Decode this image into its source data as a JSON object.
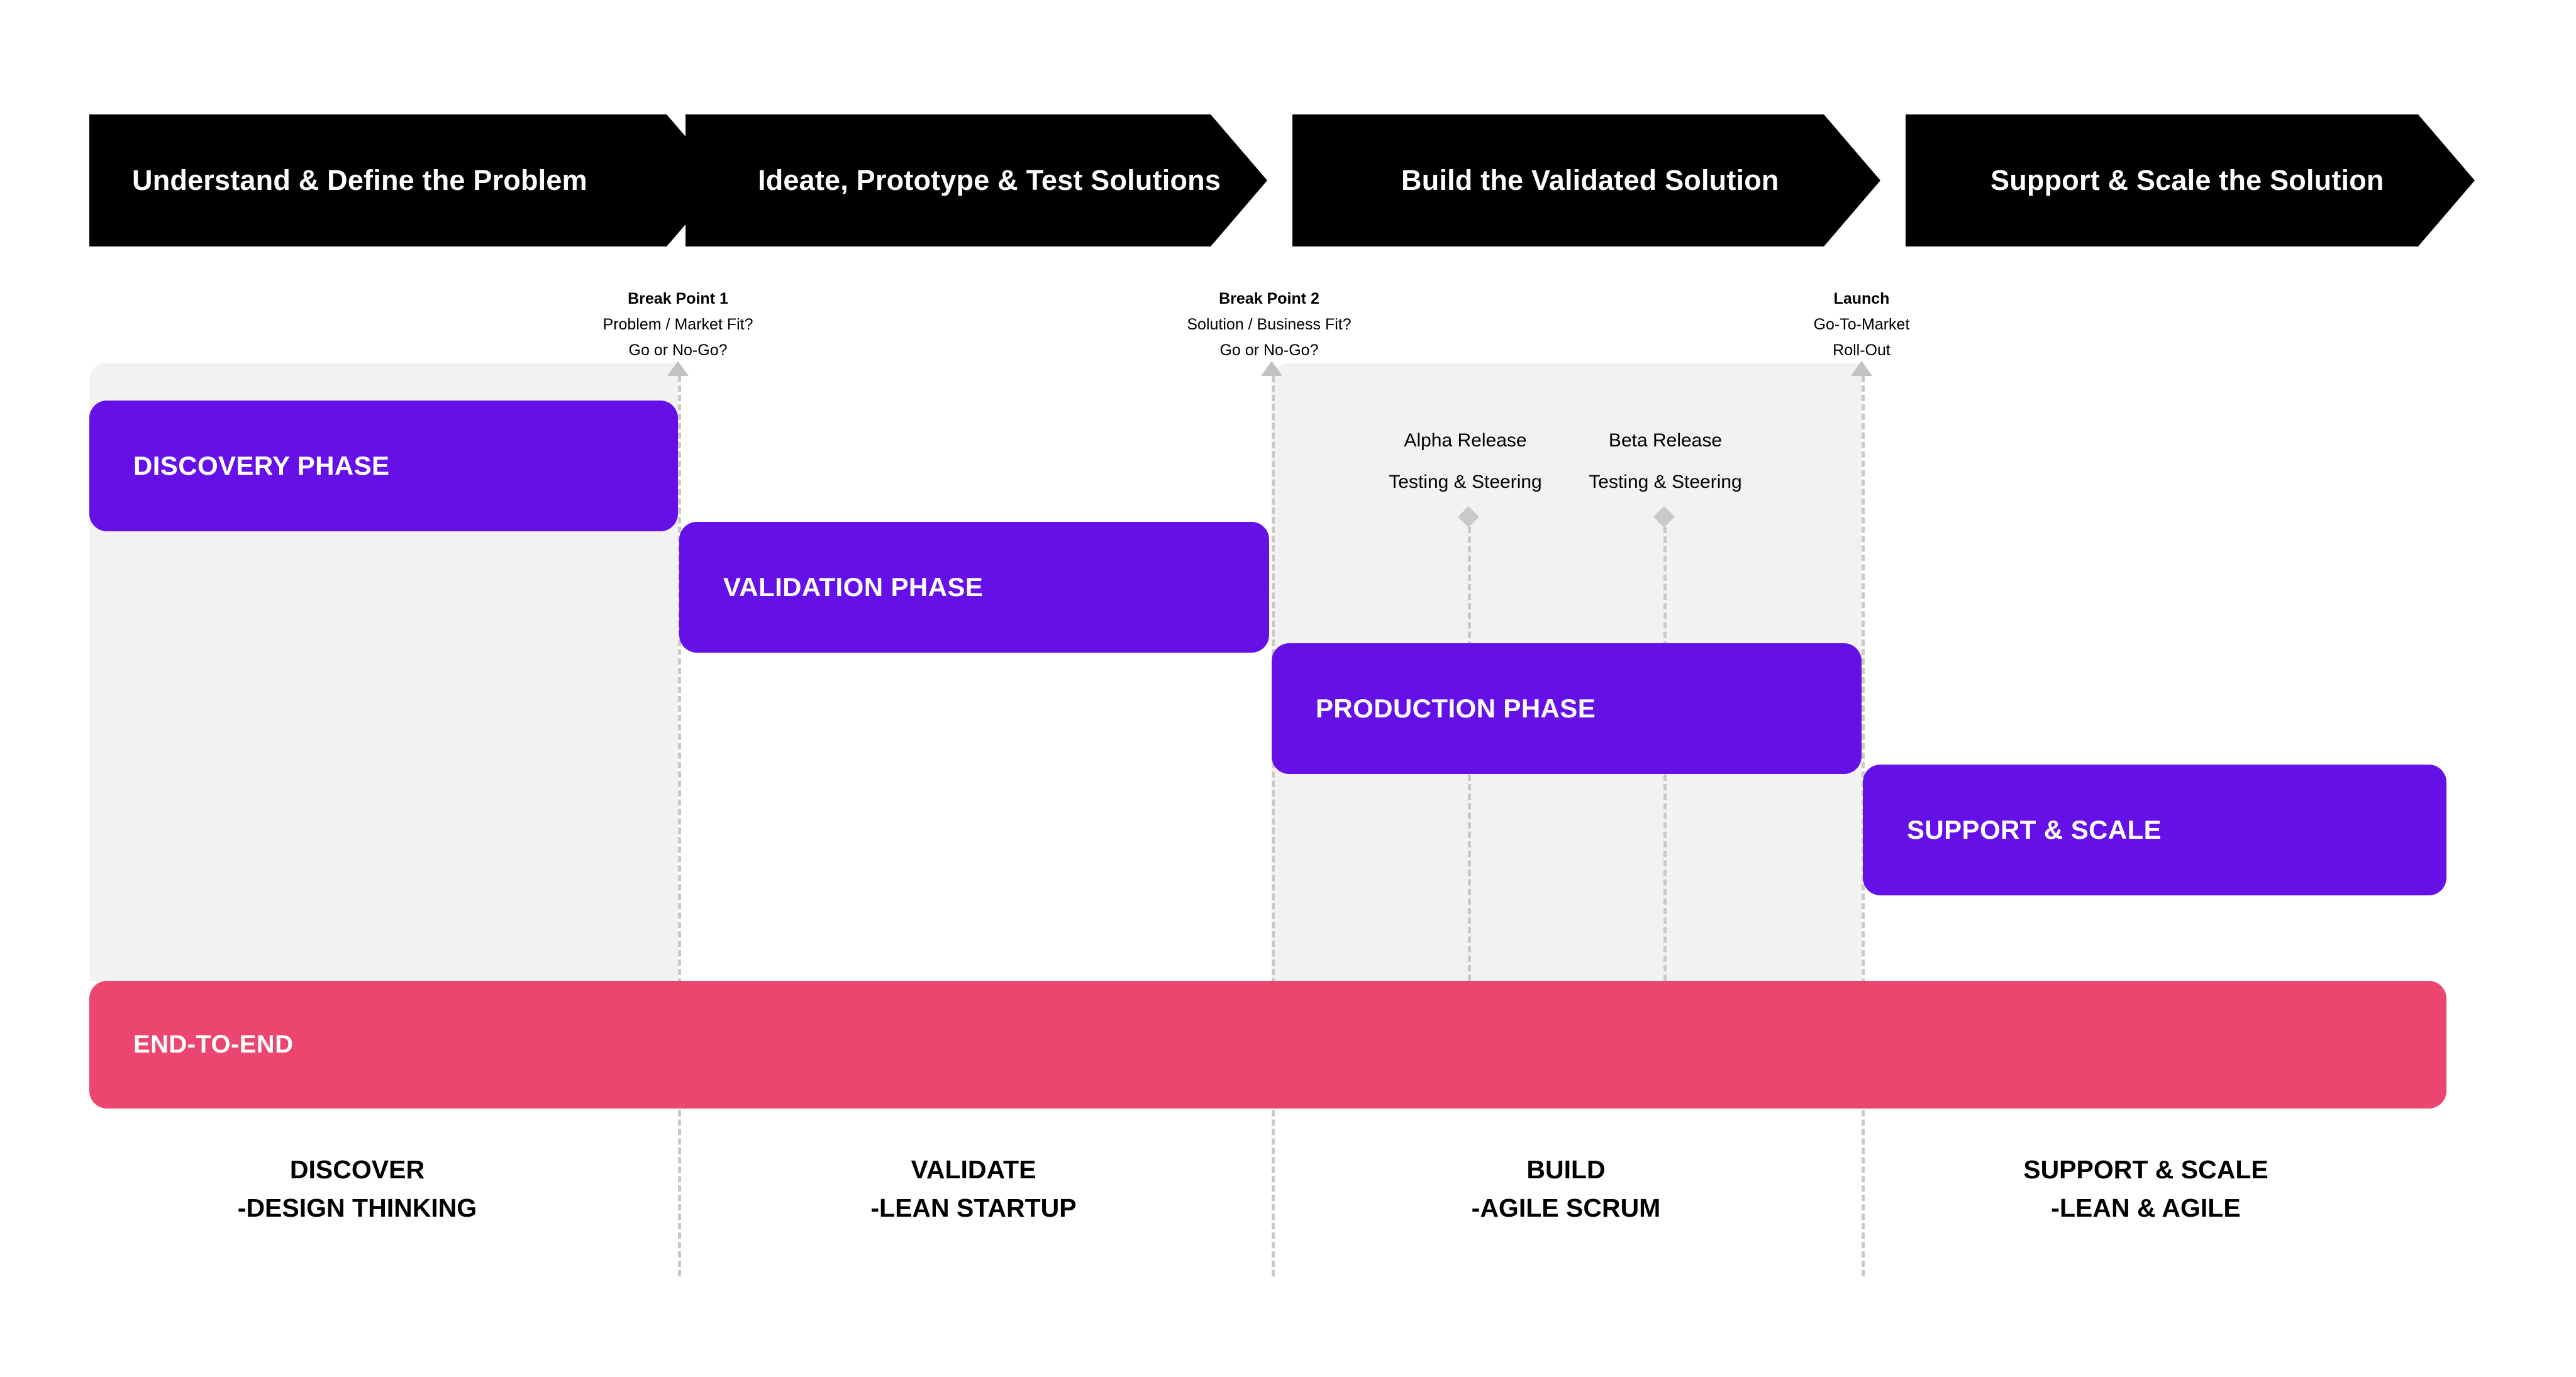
{
  "banner": {
    "segments": [
      {
        "label": "Understand & Define the Problem"
      },
      {
        "label": "Ideate, Prototype & Test Solutions"
      },
      {
        "label": "Build the Validated Solution"
      },
      {
        "label": "Support & Scale the Solution"
      }
    ]
  },
  "milestones": [
    {
      "name": "break-point-1",
      "title": "Break Point 1",
      "sub1": "Problem / Market Fit?",
      "sub2": "Go or No-Go?"
    },
    {
      "name": "break-point-2",
      "title": "Break Point 2",
      "sub1": "Solution / Business Fit?",
      "sub2": "Go or No-Go?"
    },
    {
      "name": "launch",
      "title": "Launch",
      "sub1": "Go-To-Market",
      "sub2": "Roll-Out"
    }
  ],
  "releases": [
    {
      "name": "alpha-release",
      "line1": "Alpha Release",
      "line2": "Testing & Steering"
    },
    {
      "name": "beta-release",
      "line1": "Beta Release",
      "line2": "Testing & Steering"
    }
  ],
  "phases": [
    {
      "name": "discovery-phase",
      "label": "DISCOVERY PHASE",
      "color": "#6610e8"
    },
    {
      "name": "validation-phase",
      "label": "VALIDATION PHASE",
      "color": "#6610e8"
    },
    {
      "name": "production-phase",
      "label": "PRODUCTION PHASE",
      "color": "#6610e8"
    },
    {
      "name": "support-scale-phase",
      "label": "SUPPORT & SCALE",
      "color": "#6610e8"
    },
    {
      "name": "end-to-end-bar",
      "label": "END-TO-END",
      "color": "#ec4670"
    }
  ],
  "columns": [
    {
      "name": "discover",
      "line1": "DISCOVER",
      "line2": "-DESIGN THINKING"
    },
    {
      "name": "validate",
      "line1": "VALIDATE",
      "line2": "-LEAN STARTUP"
    },
    {
      "name": "build",
      "line1": "BUILD",
      "line2": "-AGILE SCRUM"
    },
    {
      "name": "support-scale",
      "line1": "SUPPORT & SCALE",
      "line2": "-LEAN & AGILE"
    }
  ],
  "colors": {
    "banner_bg": "#000000",
    "phase_purple": "#6610e8",
    "end_to_end_pink": "#ec4670",
    "panel_gray": "#f2f2f2",
    "guide_gray": "#c9c9c9",
    "page_bg": "#ffffff"
  }
}
